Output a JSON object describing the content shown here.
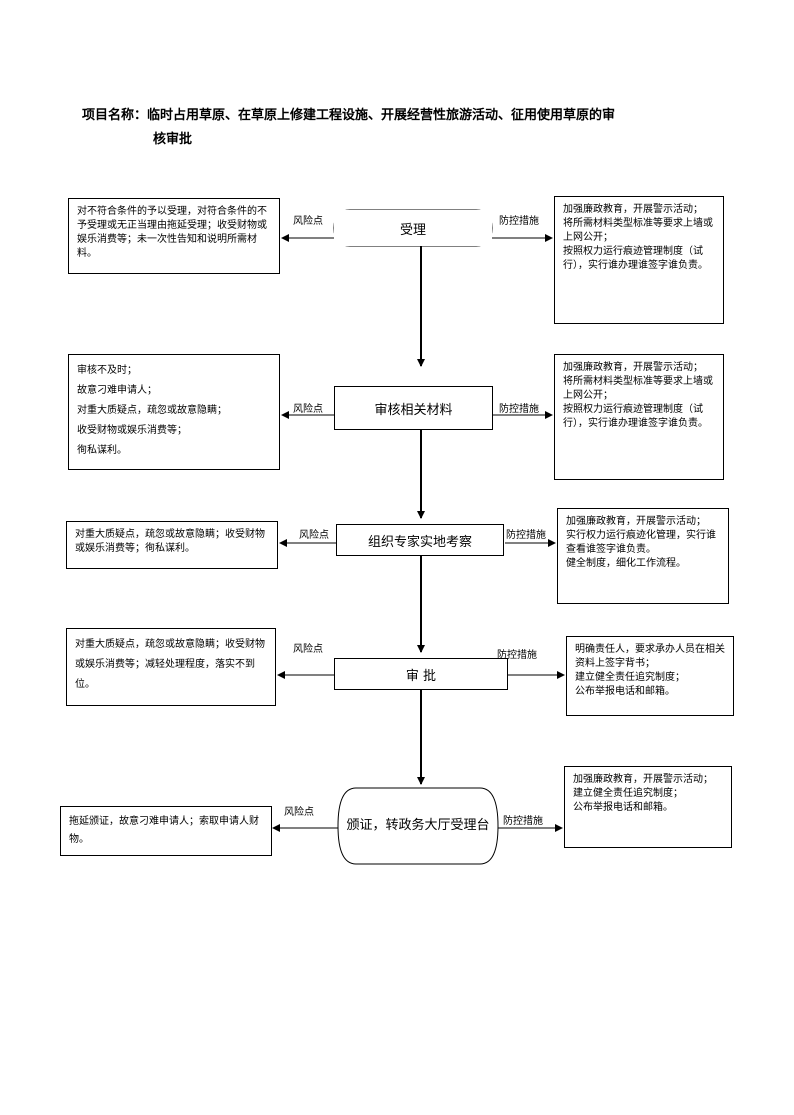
{
  "title": {
    "line1": "项目名称：临时占用草原、在草原上修建工程设施、开展经营性旅游活动、征用使用草原的审",
    "line2": "核审批"
  },
  "flow": [
    {
      "step": "受理",
      "risk_label": "风险点",
      "control_label": "防控措施",
      "risks": [
        "对不符合条件的予以受理，对符合条件的不予受理或无正当理由拖延受理；收受财物或娱乐消费等；未一次性告知和说明所需材料。"
      ],
      "controls": [
        "加强廉政教育，开展警示活动；",
        "将所需材料类型标准等要求上墙或上网公开；",
        "按照权力运行痕迹管理制度（试行），实行谁办理谁签字谁负责。"
      ]
    },
    {
      "step": "审核相关材料",
      "risk_label": "风险点",
      "control_label": "防控措施",
      "risks": [
        "审核不及时；",
        "故意刁难申请人；",
        "对重大质疑点，疏忽或故意隐瞒；",
        "收受财物或娱乐消费等；",
        "徇私谋利。"
      ],
      "controls": [
        "加强廉政教育，开展警示活动；",
        "将所需材料类型标准等要求上墙或上网公开；",
        "按照权力运行痕迹管理制度（试行），实行谁办理谁签字谁负责。"
      ]
    },
    {
      "step": "组织专家实地考察",
      "risk_label": "风险点",
      "control_label": "防控措施",
      "risks": [
        "对重大质疑点，疏忽或故意隐瞒；收受财物或娱乐消费等；徇私谋利。"
      ],
      "controls": [
        "加强廉政教育，开展警示活动；",
        "实行权力运行痕迹化管理，实行谁查看谁签字谁负责。",
        "健全制度，细化工作流程。"
      ]
    },
    {
      "step": "审  批",
      "risk_label": "风险点",
      "control_label": "防控措施",
      "risks": [
        "对重大质疑点，疏忽或故意隐瞒；收受财物或娱乐消费等；减轻处理程度，落实不到位。"
      ],
      "controls": [
        "明确责任人，要求承办人员在相关资料上签字背书；",
        "建立健全责任追究制度；",
        "公布举报电话和邮箱。"
      ]
    },
    {
      "step": "颁证，转政务大厅受理台",
      "risk_label": "风险点",
      "control_label": "防控措施",
      "risks": [
        "拖延颁证，故意刁难申请人；索取申请人财物。"
      ],
      "controls": [
        "加强廉政教育，开展警示活动；",
        "建立健全责任追究制度；",
        "公布举报电话和邮箱。"
      ]
    }
  ]
}
